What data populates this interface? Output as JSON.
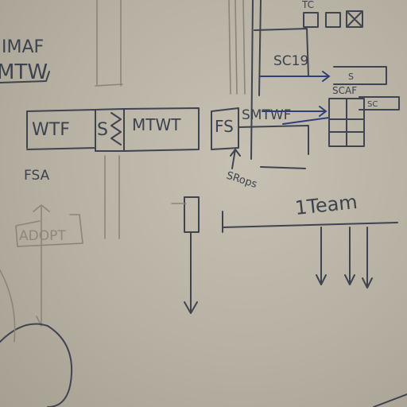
{
  "whiteboard": {
    "labels": {
      "imaf": "IMAF",
      "mtw_left": "MTW",
      "wtf": "WTF",
      "s_box": "S",
      "mtwt": "MTWT",
      "fs": "FS",
      "smtwf": "SMTWF",
      "sc19": "SC19",
      "scaf": "SCAF",
      "fsa": "FSA",
      "adopt": "ADOPT",
      "sprops": "SRops",
      "team": "1Team",
      "tc": "TC",
      "s_small": "S",
      "sc_small": "SC"
    }
  }
}
